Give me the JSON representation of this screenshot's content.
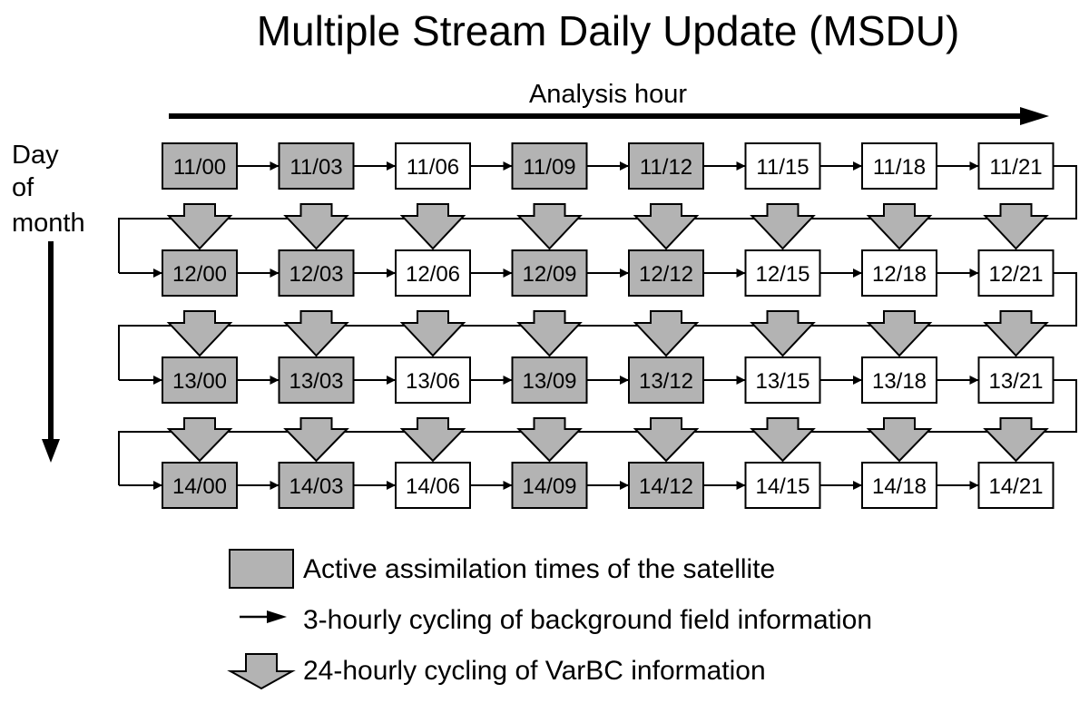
{
  "title": "Multiple Stream Daily Update (MSDU)",
  "x_axis_label": "Analysis hour",
  "y_axis_label_lines": [
    "Day",
    "of",
    "month"
  ],
  "days": [
    "11",
    "12",
    "13",
    "14"
  ],
  "hours": [
    "00",
    "03",
    "06",
    "09",
    "12",
    "15",
    "18",
    "21"
  ],
  "active_hours": [
    "00",
    "03",
    "09",
    "12"
  ],
  "colors": {
    "active_fill": "#b3b3b3",
    "inactive_fill": "#ffffff",
    "stroke": "#000000"
  },
  "legend": {
    "active_label": "Active assimilation times of the satellite",
    "arrow_label": "3-hourly cycling of background field information",
    "block_arrow_label": "24-hourly cycling of VarBC information"
  }
}
